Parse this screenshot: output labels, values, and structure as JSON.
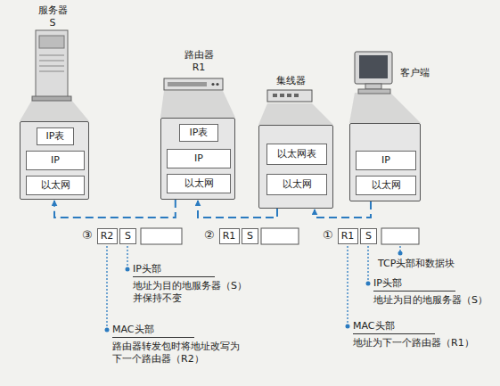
{
  "diagram": {
    "nodes": [
      {
        "text": [
          "服务器 S"
        ]
      },
      {
        "text": [
          "IP表"
        ],
        "in": 0
      },
      {
        "text": [
          "IP"
        ],
        "in": 0
      },
      {
        "text": [
          "以太网"
        ],
        "in": 0
      },
      {
        "text": [
          "路由器 R1"
        ]
      },
      {
        "text": [
          "IP表"
        ],
        "in": 4
      },
      {
        "text": [
          "IP"
        ],
        "in": 4
      },
      {
        "text": [
          "以太网"
        ],
        "in": 4
      },
      {
        "text": [
          "集线器"
        ]
      },
      {
        "text": [
          "以太网表"
        ],
        "in": 8
      },
      {
        "text": [
          "以太网"
        ],
        "in": 8
      },
      {
        "text": [
          "客户端"
        ]
      },
      {
        "text": [
          "IP"
        ],
        "in": 11
      },
      {
        "text": [
          "以太网"
        ],
        "in": 11
      },
      {
        "text": [
          "R2"
        ]
      },
      {
        "text": [
          "S"
        ]
      },
      {
        "text": [
          "R1"
        ]
      },
      {
        "text": [
          "S"
        ]
      },
      {
        "text": [
          "R1"
        ]
      },
      {
        "text": [
          "S"
        ]
      }
    ],
    "edges": [
      {
        "from": 11,
        "to": 8,
        "arrow": "to"
      },
      {
        "from": 8,
        "to": 4,
        "arrow": "to"
      },
      {
        "from": 4,
        "to": 0,
        "arrow": "to"
      }
    ],
    "labels": [
      "③",
      "②",
      "①",
      "TCP头部和数据块",
      "IP头部",
      "地址为目的地服务器（S）",
      "MAC头部",
      "地址为下一个路由器（R1）",
      "IP头部",
      "地址为目的地服务器（S） 并保持不变",
      "MAC头部",
      "路由器转发包时将地址改写为 下一个路由器（R2）"
    ]
  }
}
